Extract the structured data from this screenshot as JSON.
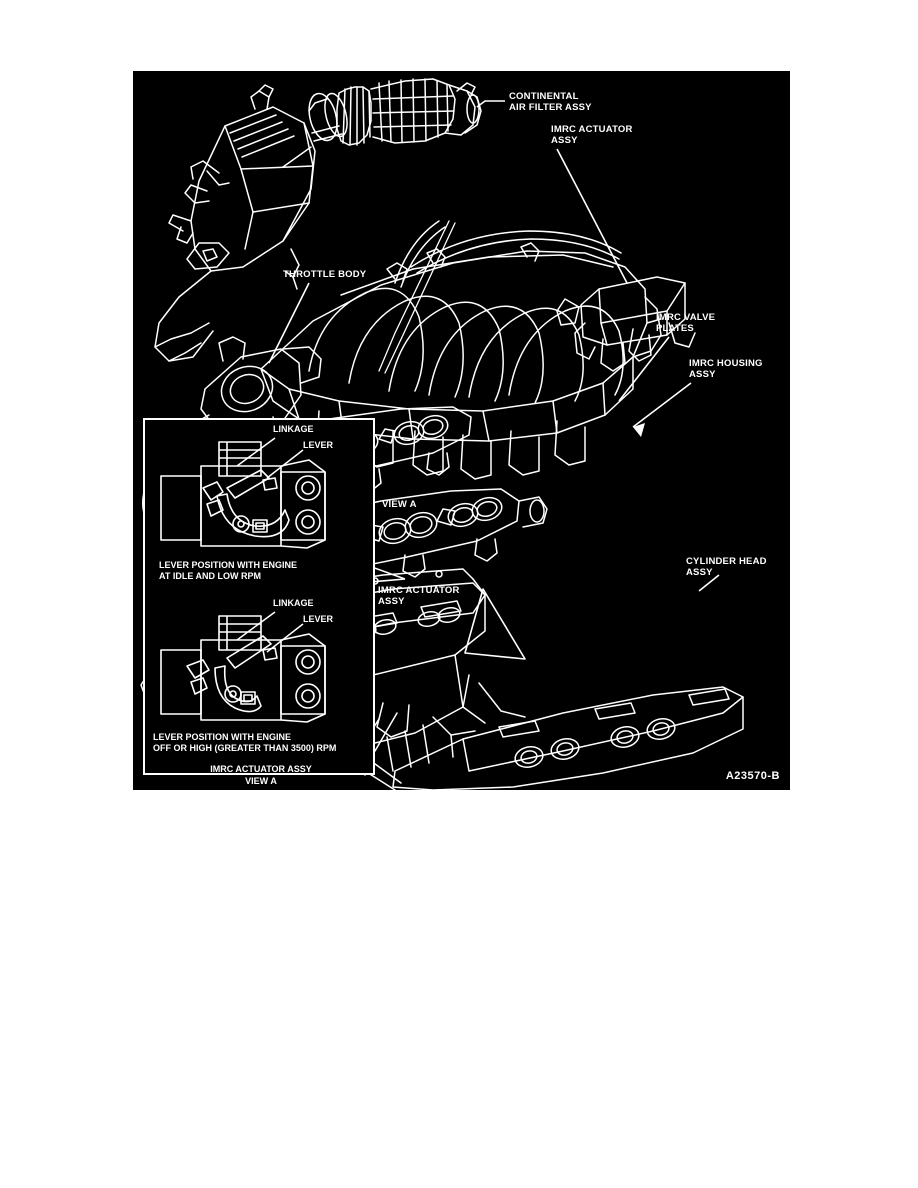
{
  "figure": {
    "code": "A23570-B",
    "background_color": "#000000",
    "line_color": "#FFFFFF",
    "page_background": "#FFFFFF"
  },
  "callouts": [
    {
      "id": "continental-air-filter-assy",
      "lines": "CONTINENTAL\nAIR FILTER ASSY"
    },
    {
      "id": "imrc-actuator-assy-top",
      "lines": "IMRC ACTUATOR\nASSY"
    },
    {
      "id": "throttle-body",
      "lines": "THROTTLE BODY"
    },
    {
      "id": "imrc-valve-plates",
      "lines": "IMRC VALVE\nPLATES"
    },
    {
      "id": "imrc-housing-assy",
      "lines": "IMRC HOUSING\nASSY"
    },
    {
      "id": "view-a-marker",
      "lines": "VIEW A"
    },
    {
      "id": "imrc-actuator-assy-lower",
      "lines": "IMRC ACTUATOR\nASSY"
    },
    {
      "id": "cylinder-head-assy",
      "lines": "CYLINDER HEAD\nASSY"
    }
  ],
  "inset": {
    "title": "IMRC ACTUATOR ASSY",
    "subtitle": "VIEW A",
    "views": [
      {
        "id": "idle-low-rpm",
        "labels": {
          "linkage": "LINKAGE",
          "lever": "LEVER"
        },
        "caption": "LEVER POSITION WITH ENGINE\nAT IDLE AND LOW RPM"
      },
      {
        "id": "off-or-high-rpm",
        "labels": {
          "linkage": "LINKAGE",
          "lever": "LEVER"
        },
        "caption": "LEVER POSITION WITH ENGINE\nOFF OR HIGH (GREATER THAN 3500) RPM"
      }
    ]
  }
}
